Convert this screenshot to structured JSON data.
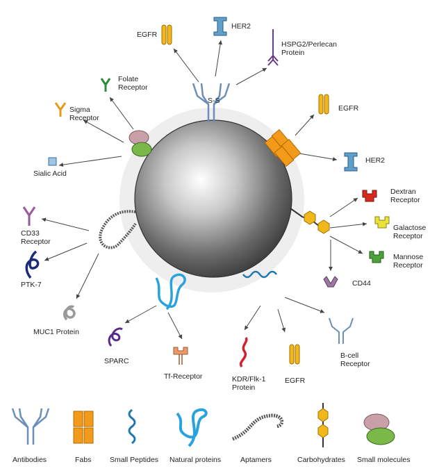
{
  "colors": {
    "antibody": "#6b8fb8",
    "fab": "#f39a1b",
    "peptide": "#1f78b4",
    "natural_protein": "#29a3dd",
    "aptamer": "#555555",
    "carbohydrate": "#f2b81b",
    "egfr": "#f2b81b",
    "her2": "#5f9fc9",
    "folate": "#2e8b3e",
    "sigma": "#e59b1a",
    "sialic": "#9fc4e4",
    "cd33": "#9a5a9a",
    "ptk7": "#1c2a7a",
    "muc1": "#999999",
    "sparc": "#5a2a8a",
    "tf": "#ef9a6a",
    "kdr": "#d21f2e",
    "dextran": "#d62a1e",
    "galactose": "#e8e23a",
    "mannose": "#4aa23a",
    "cd44": "#9a7aa0",
    "hspg2": "#6a3a8a",
    "small_molecule": "#7ab84a"
  },
  "labels": {
    "egfr_top": "EGFR",
    "her2_top": "HER2",
    "hspg2": "HSPG2/Perlecan\nProtein",
    "folate": "Folate\nReceptor",
    "sigma": "Sigma\nReceptor",
    "sialic": "Sialic Acid",
    "egfr_right": "EGFR",
    "her2_right": "HER2",
    "dextran": "Dextran\nReceptor",
    "galactose": "Galactose\nReceptor",
    "mannose": "Mannose\nReceptor",
    "cd44": "CD44",
    "cd33": "CD33\nReceptor",
    "ptk7": "PTK-7",
    "muc1": "MUC1 Protein",
    "sparc": "SPARC",
    "tf": "Tf-Receptor",
    "kdr": "KDR/Flk-1\nProtein",
    "egfr_bottom": "EGFR",
    "bcell": "B-cell\nReceptor"
  },
  "legend": [
    {
      "label": "Antibodies",
      "icon": "antibody-icon"
    },
    {
      "label": "Fabs",
      "icon": "fab-icon"
    },
    {
      "label": "Small Peptides",
      "icon": "peptide-icon"
    },
    {
      "label": "Natural proteins",
      "icon": "natural-protein-icon"
    },
    {
      "label": "Aptamers",
      "icon": "aptamer-icon"
    },
    {
      "label": "Carbohydrates",
      "icon": "carbohydrate-icon"
    },
    {
      "label": "Small molecules",
      "icon": "small-molecule-icon"
    }
  ]
}
